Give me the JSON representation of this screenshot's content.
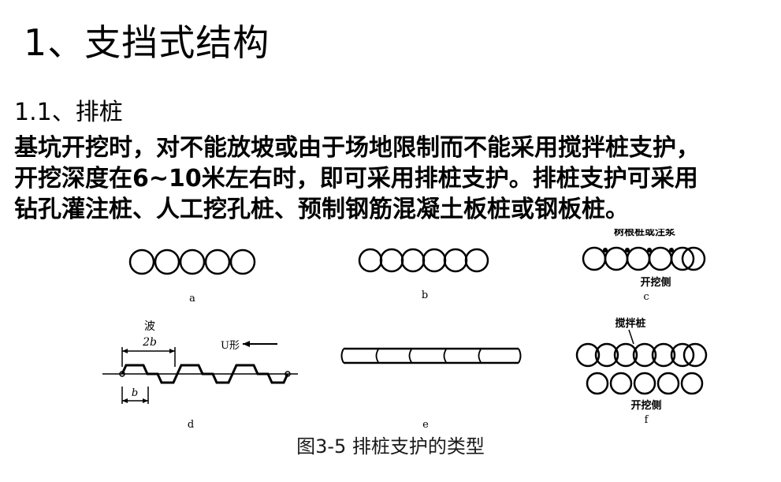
{
  "slide": {
    "title": "1、支挡式结构",
    "section_heading": "1.1、排桩",
    "body_lines": [
      "基坑开挖时，对不能放坡或由于场地限制而不能采用搅拌桩支护，",
      "开挖深度在6~10米左右时，即可采用排桩支护。排桩支护可采用",
      "钻孔灌注桩、人工挖孔桩、预制钢筋混凝土板桩或钢板桩。"
    ]
  },
  "figure": {
    "caption": "图3-5  排桩支护的类型",
    "panels": {
      "a": {
        "label": "a"
      },
      "b": {
        "label": "b"
      },
      "c": {
        "label": "c",
        "annotation_top": "树根桩或注浆",
        "annotation_bottom": "开挖侧"
      },
      "d": {
        "label": "d",
        "wave_label": "波",
        "wave_length": "2b",
        "direction_label": "U形",
        "half_width": "b"
      },
      "e": {
        "label": "e"
      },
      "f": {
        "label": "f",
        "annotation_top": "搅拌桩",
        "annotation_bottom": "开挖侧"
      }
    }
  }
}
